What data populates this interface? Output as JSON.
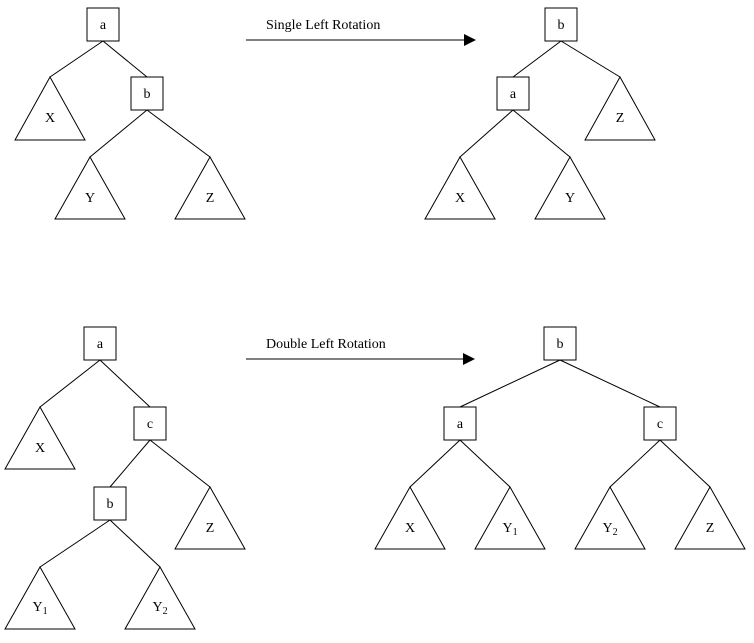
{
  "diagrams": [
    {
      "title": "Single Left Rotation",
      "before": {
        "nodes": [
          "a",
          "b"
        ],
        "subtrees": [
          {
            "label": "X",
            "sub": ""
          },
          {
            "label": "Y",
            "sub": ""
          },
          {
            "label": "Z",
            "sub": ""
          }
        ]
      },
      "after": {
        "nodes": [
          "b",
          "a"
        ],
        "subtrees": [
          {
            "label": "Z",
            "sub": ""
          },
          {
            "label": "X",
            "sub": ""
          },
          {
            "label": "Y",
            "sub": ""
          }
        ]
      }
    },
    {
      "title": "Double Left Rotation",
      "before": {
        "nodes": [
          "a",
          "c",
          "b"
        ],
        "subtrees": [
          {
            "label": "X",
            "sub": ""
          },
          {
            "label": "Z",
            "sub": ""
          },
          {
            "label": "Y",
            "sub": "1"
          },
          {
            "label": "Y",
            "sub": "2"
          }
        ]
      },
      "after": {
        "nodes": [
          "b",
          "a",
          "c"
        ],
        "subtrees": [
          {
            "label": "X",
            "sub": ""
          },
          {
            "label": "Y",
            "sub": "1"
          },
          {
            "label": "Y",
            "sub": "2"
          },
          {
            "label": "Z",
            "sub": ""
          }
        ]
      }
    }
  ],
  "colors": {
    "stroke": "#000000",
    "fill": "#ffffff",
    "background": "#ffffff"
  }
}
